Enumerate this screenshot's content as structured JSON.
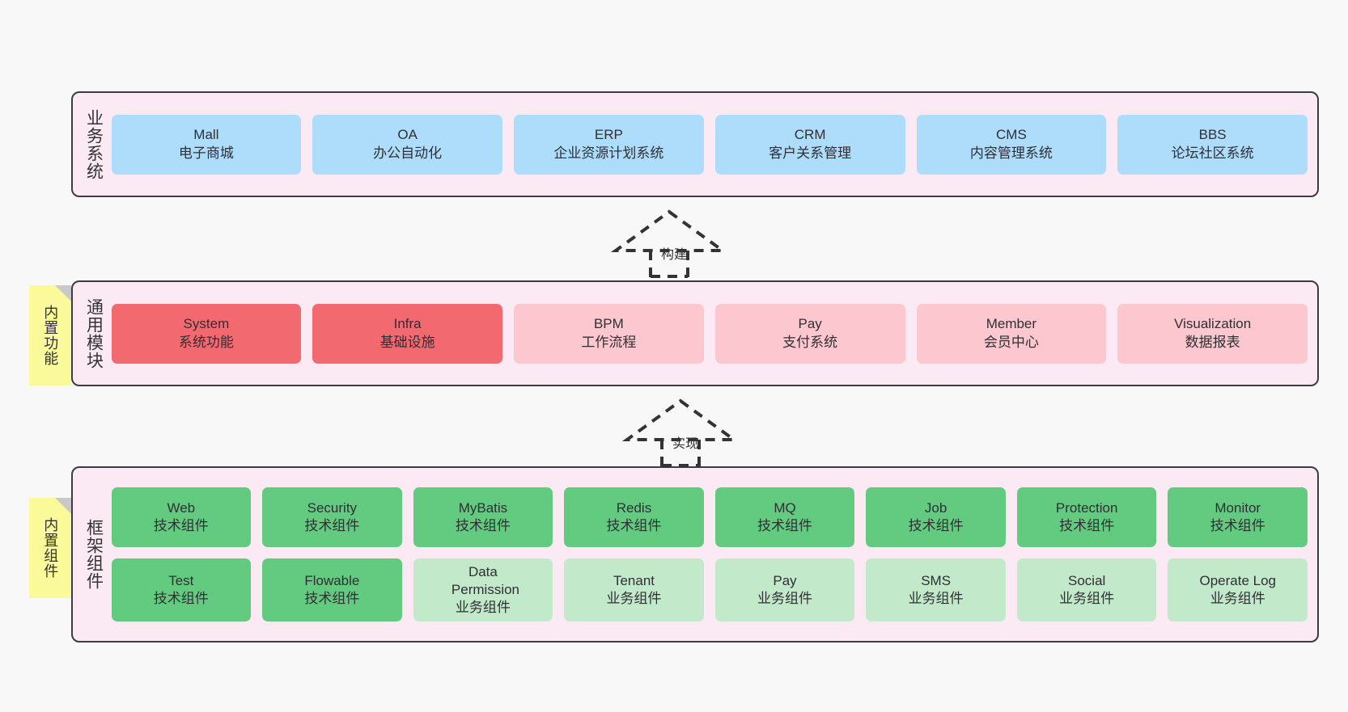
{
  "diagram": {
    "background_color": "#f8f8f8",
    "container_color": "#fbeaf4",
    "border_color": "#3b3b44"
  },
  "layers": [
    {
      "id": "business-systems",
      "title": "业务系统",
      "rows": [
        [
          {
            "name": "Mall",
            "sub": "电子商城",
            "color": "#aeddfb",
            "style": "blue"
          },
          {
            "name": "OA",
            "sub": "办公自动化",
            "color": "#aeddfb",
            "style": "blue"
          },
          {
            "name": "ERP",
            "sub": "企业资源计划系统",
            "color": "#aeddfb",
            "style": "blue"
          },
          {
            "name": "CRM",
            "sub": "客户关系管理",
            "color": "#aeddfb",
            "style": "blue"
          },
          {
            "name": "CMS",
            "sub": "内容管理系统",
            "color": "#aeddfb",
            "style": "blue"
          },
          {
            "name": "BBS",
            "sub": "论坛社区系统",
            "color": "#aeddfb",
            "style": "blue"
          }
        ]
      ]
    },
    {
      "id": "common-modules",
      "title": "通用模块",
      "note": "内置功能",
      "rows": [
        [
          {
            "name": "System",
            "sub": "系统功能",
            "color": "#f2696f",
            "style": "red"
          },
          {
            "name": "Infra",
            "sub": "基础设施",
            "color": "#f2696f",
            "style": "red"
          },
          {
            "name": "BPM",
            "sub": "工作流程",
            "color": "#fcc7cf",
            "style": "pink"
          },
          {
            "name": "Pay",
            "sub": "支付系统",
            "color": "#fcc7cf",
            "style": "pink"
          },
          {
            "name": "Member",
            "sub": "会员中心",
            "color": "#fcc7cf",
            "style": "pink"
          },
          {
            "name": "Visualization",
            "sub": "数据报表",
            "color": "#fcc7cf",
            "style": "pink"
          }
        ]
      ]
    },
    {
      "id": "framework-components",
      "title": "框架组件",
      "note": "内置组件",
      "rows": [
        [
          {
            "name": "Web",
            "sub": "技术组件",
            "color": "#63cb7f",
            "style": "green"
          },
          {
            "name": "Security",
            "sub": "技术组件",
            "color": "#63cb7f",
            "style": "green"
          },
          {
            "name": "MyBatis",
            "sub": "技术组件",
            "color": "#63cb7f",
            "style": "green"
          },
          {
            "name": "Redis",
            "sub": "技术组件",
            "color": "#63cb7f",
            "style": "green"
          },
          {
            "name": "MQ",
            "sub": "技术组件",
            "color": "#63cb7f",
            "style": "green"
          },
          {
            "name": "Job",
            "sub": "技术组件",
            "color": "#63cb7f",
            "style": "green"
          },
          {
            "name": "Protection",
            "sub": "技术组件",
            "color": "#63cb7f",
            "style": "green"
          },
          {
            "name": "Monitor",
            "sub": "技术组件",
            "color": "#63cb7f",
            "style": "green"
          }
        ],
        [
          {
            "name": "Test",
            "sub": "技术组件",
            "color": "#63cb7f",
            "style": "green"
          },
          {
            "name": "Flowable",
            "sub": "技术组件",
            "color": "#63cb7f",
            "style": "green"
          },
          {
            "name": "Data Permission",
            "sub": "业务组件",
            "color": "#c2e9ca",
            "style": "lightgreen"
          },
          {
            "name": "Tenant",
            "sub": "业务组件",
            "color": "#c2e9ca",
            "style": "lightgreen"
          },
          {
            "name": "Pay",
            "sub": "业务组件",
            "color": "#c2e9ca",
            "style": "lightgreen"
          },
          {
            "name": "SMS",
            "sub": "业务组件",
            "color": "#c2e9ca",
            "style": "lightgreen"
          },
          {
            "name": "Social",
            "sub": "业务组件",
            "color": "#c2e9ca",
            "style": "lightgreen"
          },
          {
            "name": "Operate Log",
            "sub": "业务组件",
            "color": "#c2e9ca",
            "style": "lightgreen"
          }
        ]
      ]
    }
  ],
  "connectors": [
    {
      "id": "build",
      "label": "构建",
      "from": "common-modules",
      "to": "business-systems"
    },
    {
      "id": "implement",
      "label": "实现",
      "from": "framework-components",
      "to": "common-modules"
    }
  ]
}
